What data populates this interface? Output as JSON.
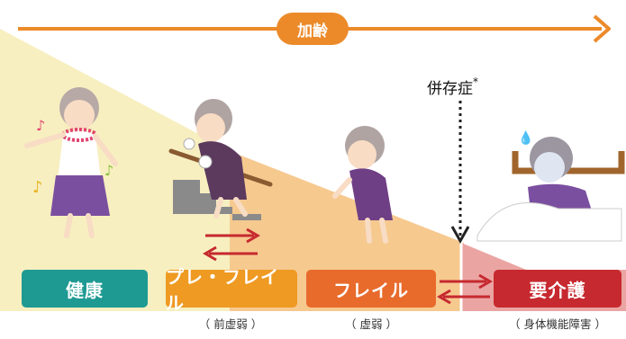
{
  "aging": {
    "label": "加齢"
  },
  "comorbidity": {
    "label": "併存症",
    "asterisk": "*"
  },
  "stages": [
    {
      "label": "健康",
      "sub": "",
      "color": "#1e9a93"
    },
    {
      "label": "プレ・フレイル",
      "sub": "（ 前虚弱 ）",
      "color": "#ee9a23"
    },
    {
      "label": "フレイル",
      "sub": "（ 虚弱 ）",
      "color": "#e86b2c"
    },
    {
      "label": "要介護",
      "sub": "（ 身体機能障害 ）",
      "color": "#c6292f"
    }
  ],
  "colors": {
    "arrow": "#ec8a2a",
    "arrow_pill": "#ec8a2a",
    "bg_yellow": "#f5ecb6",
    "bg_orange": "#f5c78c",
    "bg_pink": "#e9a2a2",
    "transition_arrow": "#c6292f"
  }
}
